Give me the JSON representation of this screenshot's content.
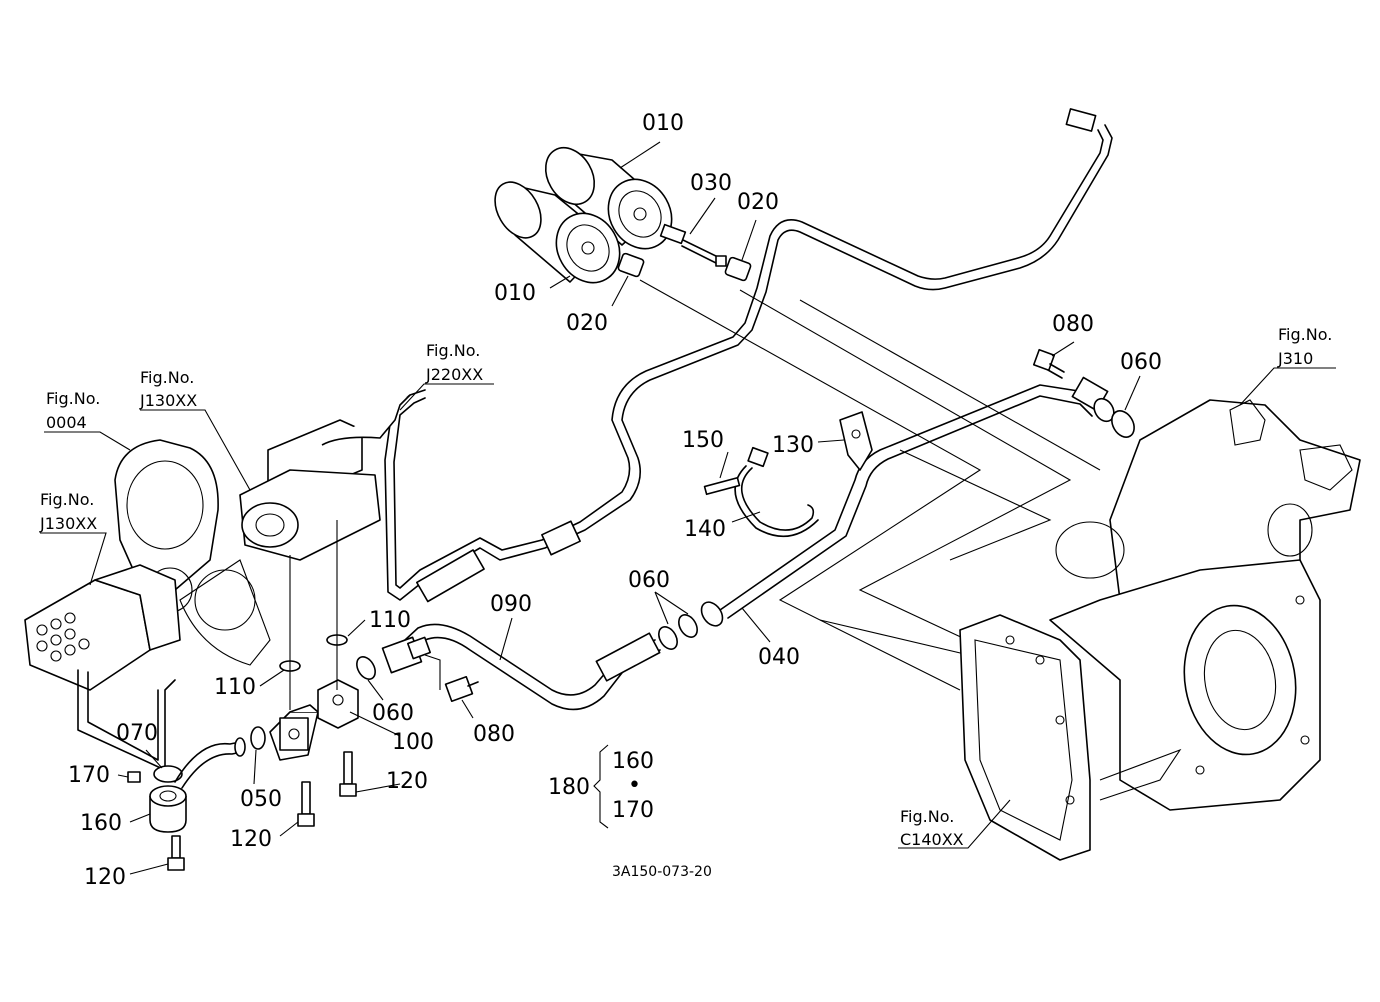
{
  "part_labels": {
    "p010_top": "010",
    "p010_bottom": "010",
    "p030": "030",
    "p020_right": "020",
    "p020_left": "020",
    "p080_top": "080",
    "p060_top": "060",
    "p150": "150",
    "p130": "130",
    "p140": "140",
    "p060_mid": "060",
    "p090": "090",
    "p040": "040",
    "p110_right": "110",
    "p110_left": "110",
    "p060_low": "060",
    "p080_low": "080",
    "p100": "100",
    "p070": "070",
    "p170": "170",
    "p050": "050",
    "p120_right": "120",
    "p160": "160",
    "p120_mid": "120",
    "p120_left": "120",
    "p180": "180",
    "p180_a": "160",
    "p180_dot": "•",
    "p180_b": "170"
  },
  "fig_refs": {
    "fig0004_head": "Fig.No.",
    "fig0004_id": "0004",
    "figJ130a_head": "Fig.No.",
    "figJ130a_id": "J130XX",
    "figJ130b_head": "Fig.No.",
    "figJ130b_id": "J130XX",
    "figJ220_head": "Fig.No.",
    "figJ220_id": "J220XX",
    "figJ310_head": "Fig.No.",
    "figJ310_id": "J310",
    "figC140_head": "Fig.No.",
    "figC140_id": "C140XX"
  },
  "drawing_code": "3A150-073-20"
}
